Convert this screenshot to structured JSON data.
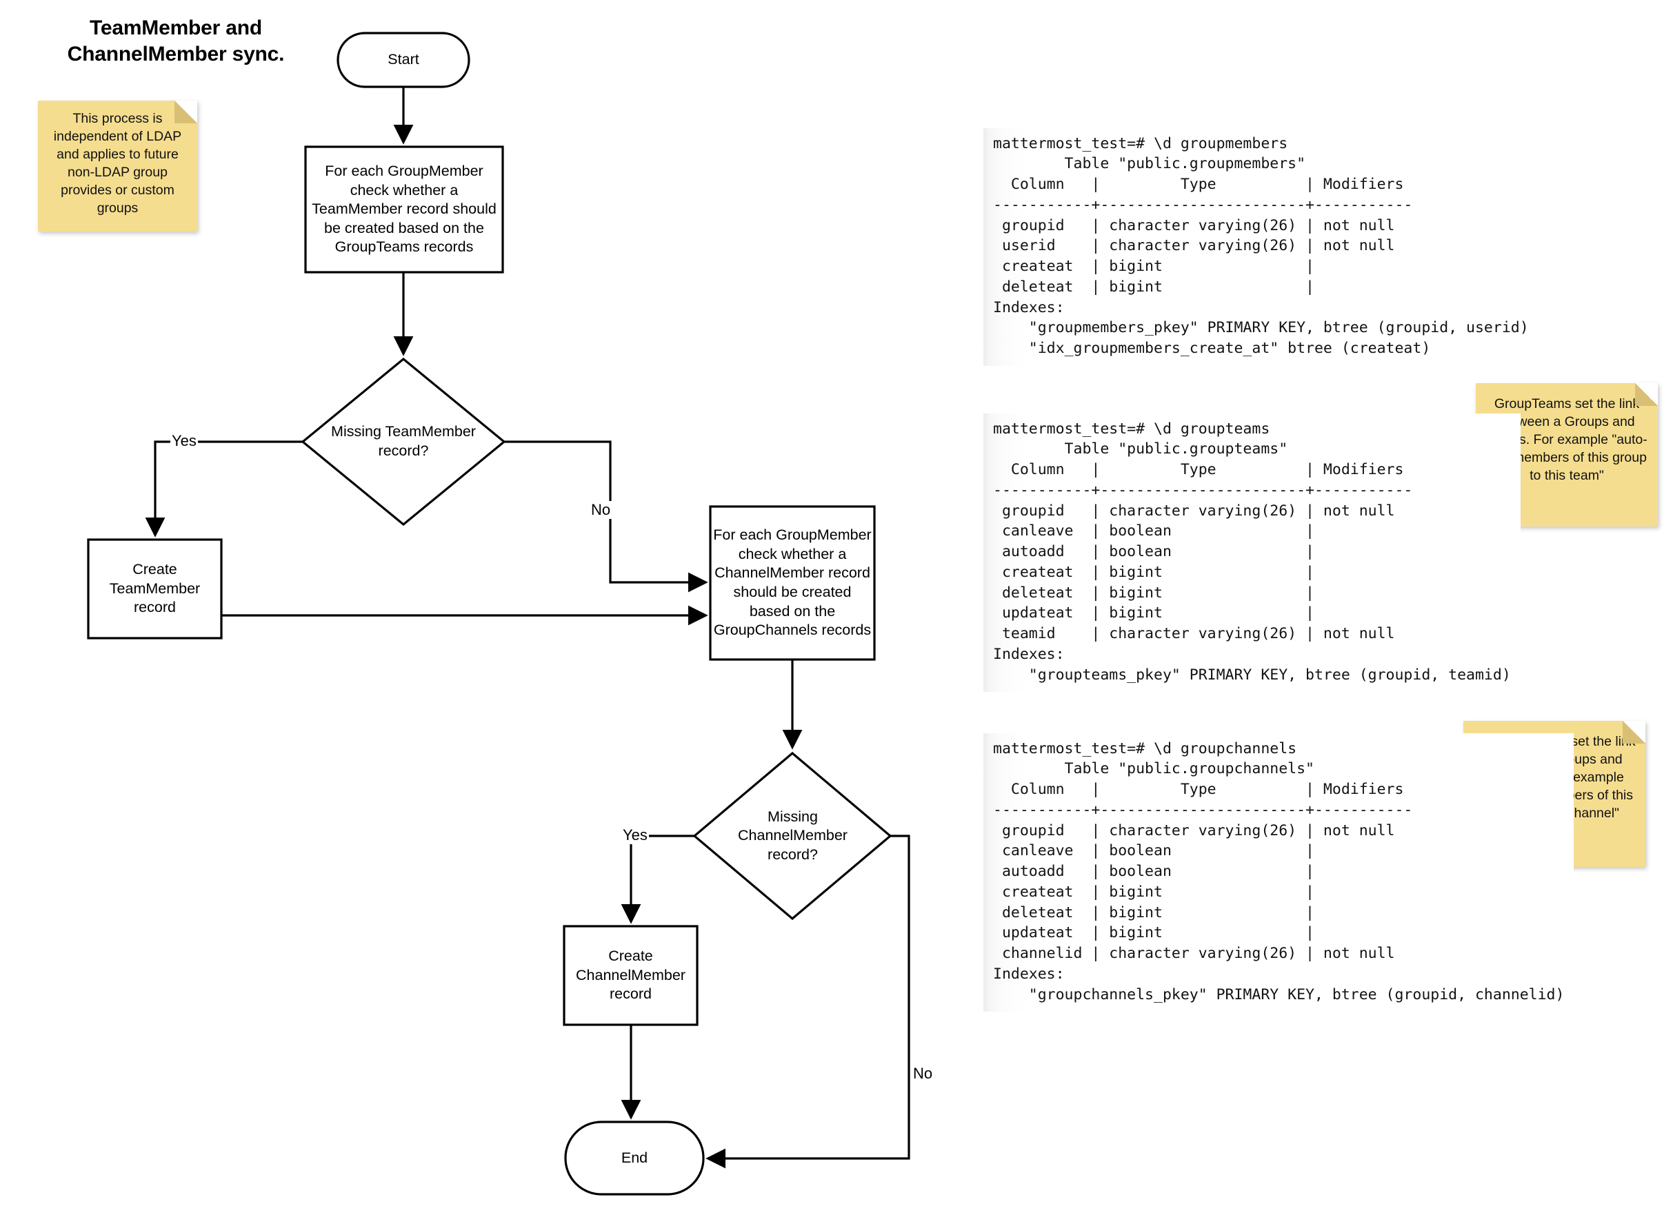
{
  "diagram": {
    "title": "TeamMember and ChannelMember sync.",
    "nodes": {
      "start": "Start",
      "process_teams": "For each GroupMember check whether a TeamMember record should be created based on the GroupTeams records",
      "decision_team": "Missing TeamMember record?",
      "create_team": "Create TeamMember record",
      "process_channels": "For each GroupMember check whether a ChannelMember record should be created based on the GroupChannels records",
      "decision_channel": "Missing ChannelMember record?",
      "create_channel": "Create ChannelMember record",
      "end": "End"
    },
    "edge_labels": {
      "team_yes": "Yes",
      "team_no": "No",
      "channel_yes": "Yes",
      "channel_no": "No"
    },
    "notes": {
      "ldap": "This process is independent of LDAP and applies to future non-LDAP group provides or custom groups",
      "groupteams": "GroupTeams set the link between a Groups and Teams. For example \"auto-add members of this group to this team\"",
      "groupchannels": "GroupChannels set the link between a Groups and Channels. For example \"auto-add members of this group to this channel\""
    },
    "colors": {
      "note_fill": "#f5dd8f",
      "note_fold": "#d8bf74",
      "stroke": "#000000",
      "background": "#ffffff"
    }
  },
  "sql_blocks": {
    "groupmembers": "mattermost_test=# \\d groupmembers\n        Table \"public.groupmembers\"\n  Column   |         Type          | Modifiers\n-----------+-----------------------+-----------\n groupid   | character varying(26) | not null\n userid    | character varying(26) | not null\n createat  | bigint                |\n deleteat  | bigint                |\nIndexes:\n    \"groupmembers_pkey\" PRIMARY KEY, btree (groupid, userid)\n    \"idx_groupmembers_create_at\" btree (createat)",
    "groupteams": "mattermost_test=# \\d groupteams\n        Table \"public.groupteams\"\n  Column   |         Type          | Modifiers\n-----------+-----------------------+-----------\n groupid   | character varying(26) | not null\n canleave  | boolean               |\n autoadd   | boolean               |\n createat  | bigint                |\n deleteat  | bigint                |\n updateat  | bigint                |\n teamid    | character varying(26) | not null\nIndexes:\n    \"groupteams_pkey\" PRIMARY KEY, btree (groupid, teamid)",
    "groupchannels": "mattermost_test=# \\d groupchannels\n        Table \"public.groupchannels\"\n  Column   |         Type          | Modifiers\n-----------+-----------------------+-----------\n groupid   | character varying(26) | not null\n canleave  | boolean               |\n autoadd   | boolean               |\n createat  | bigint                |\n deleteat  | bigint                |\n updateat  | bigint                |\n channelid | character varying(26) | not null\nIndexes:\n    \"groupchannels_pkey\" PRIMARY KEY, btree (groupid, channelid)"
  }
}
